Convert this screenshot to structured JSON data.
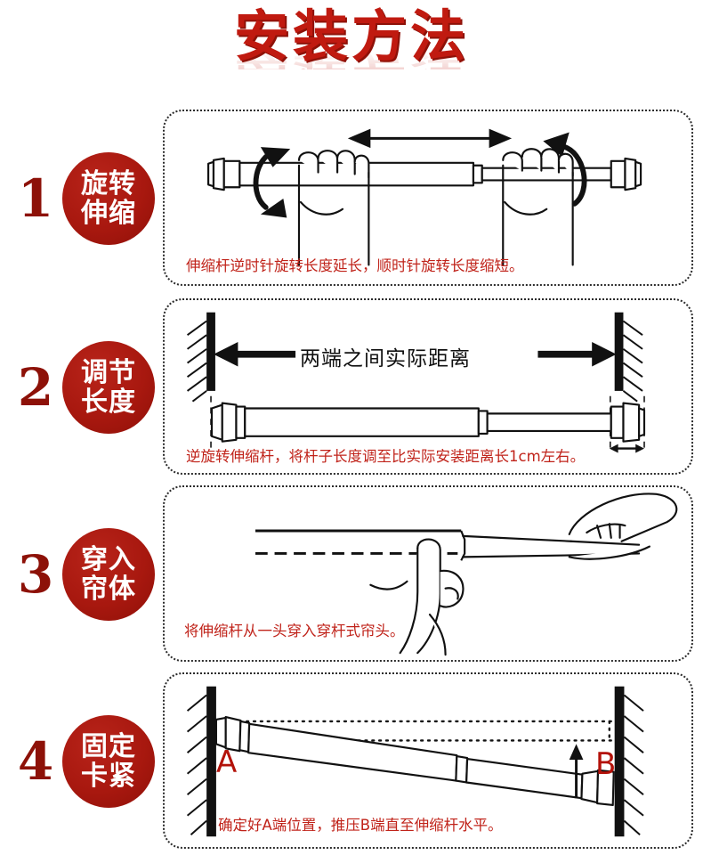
{
  "title": {
    "text": "安装方法",
    "color": "#c01a10"
  },
  "theme": {
    "badge_red": "#a8180f",
    "number_red": "#8d1108",
    "caption_red": "#c0231a",
    "label_black": "#111111"
  },
  "steps": [
    {
      "number": "1",
      "badge_line1": "旋转",
      "badge_line2": "伸缩",
      "caption": "伸缩杆逆时针旋转长度延长，顺时针旋转长度缩短。",
      "illustration": "telescopic-rod-two-hands-rotating"
    },
    {
      "number": "2",
      "badge_line1": "调节",
      "badge_line2": "长度",
      "caption": "逆旋转伸缩杆，将杆子长度调至比实际安装距离长1cm左右。",
      "measure_label": "两端之间实际距离",
      "illustration": "rod-between-two-walls-with-measurement"
    },
    {
      "number": "3",
      "badge_line1": "穿入",
      "badge_line2": "帘体",
      "caption": "将伸缩杆从一头穿入穿杆式帘头。",
      "illustration": "hand-threading-rod-into-curtain-pocket"
    },
    {
      "number": "4",
      "badge_line1": "固定",
      "badge_line2": "卡紧",
      "caption": "确定好A端位置，推压B端直至伸缩杆水平。",
      "end_label_a": "A",
      "end_label_b": "B",
      "illustration": "tilted-rod-pressed-level-between-walls"
    }
  ]
}
